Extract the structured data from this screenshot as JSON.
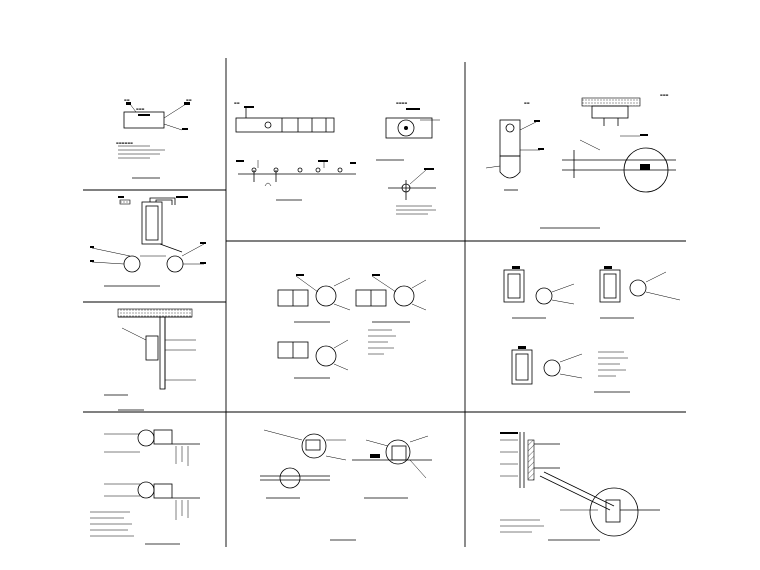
{
  "drawing": {
    "sheet_title": "",
    "panels": [
      {
        "id": "p1",
        "caption": ""
      },
      {
        "id": "p2",
        "caption": ""
      },
      {
        "id": "p3",
        "caption": ""
      },
      {
        "id": "p4",
        "caption": ""
      },
      {
        "id": "p5",
        "caption": ""
      },
      {
        "id": "p6",
        "caption": ""
      },
      {
        "id": "p7",
        "caption": ""
      },
      {
        "id": "p8",
        "caption": ""
      },
      {
        "id": "p9",
        "caption": ""
      },
      {
        "id": "p10",
        "caption": ""
      },
      {
        "id": "p11",
        "caption": ""
      },
      {
        "id": "p12",
        "caption": ""
      }
    ],
    "scale_note": "1:1",
    "colors": {
      "line": "#000000",
      "background": "#ffffff"
    }
  }
}
